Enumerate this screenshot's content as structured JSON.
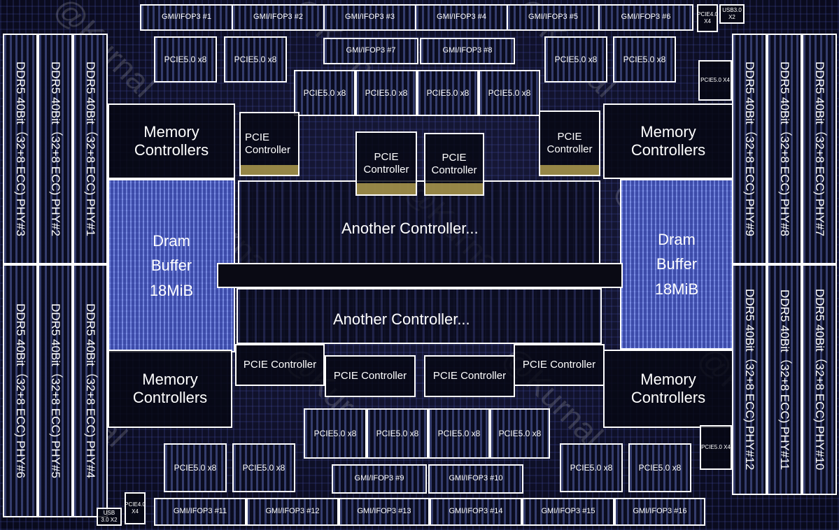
{
  "gmi_top": [
    "GMI/IFOP3 #1",
    "GMI/IFOP3 #2",
    "GMI/IFOP3 #3",
    "GMI/IFOP3 #4",
    "GMI/IFOP3 #5",
    "GMI/IFOP3 #6"
  ],
  "gmi_mid_top": [
    "GMI/IFOP3 #7",
    "GMI/IFOP3 #8"
  ],
  "gmi_mid_bottom": [
    "GMI/IFOP3 #9",
    "GMI/IFOP3 #10"
  ],
  "gmi_bottom": [
    "GMI/IFOP3 #11",
    "GMI/IFOP3 #12",
    "GMI/IFOP3 #13",
    "GMI/IFOP3 #14",
    "GMI/IFOP3 #15",
    "GMI/IFOP3 #16"
  ],
  "pcie_x8": "PCIE5.0 x8",
  "pcie_x4_top_left": "PCIE4.0 X4",
  "pcie_x4_top_right": "PCIE5.0 X4",
  "pcie_x4_bottom_right": "PCIE5.0 X4",
  "pcie_x4_bottom_left": "PCIE4.0 X4",
  "usb_top": "USB3.0 X2",
  "usb_bottom": "USB 3.0 X2",
  "ddr_left": [
    "DDR5 40Bit（32+8 ECC) PHY#3",
    "DDR5 40Bit（32+8 ECC) PHY#2",
    "DDR5 40Bit（32+8 ECC) PHY#1",
    "DDR5 40Bit（32+8 ECC) PHY#6",
    "DDR5 40Bit（32+8 ECC) PHY#5",
    "DDR5 40Bit（32+8 ECC) PHY#4"
  ],
  "ddr_right": [
    "DDR5 40Bit（32+8 ECC) PHY#9",
    "DDR5 40Bit（32+8 ECC) PHY#8",
    "DDR5 40Bit（32+8 ECC) PHY#7",
    "DDR5 40Bit（32+8 ECC) PHY#12",
    "DDR5 40Bit（32+8 ECC) PHY#11",
    "DDR5 40Bit（32+8 ECC) PHY#10"
  ],
  "memory_controllers_l1": "Memory",
  "memory_controllers_l2": "Controllers",
  "dram_buffer": "Dram\nBuffer\n18MiB",
  "pcie_controller_l1": "PCIE",
  "pcie_controller_l2": "Controller",
  "pcie_controller": "PCIE Controller",
  "another_controller": "Another Controller...",
  "watermark": "@Kurnal"
}
